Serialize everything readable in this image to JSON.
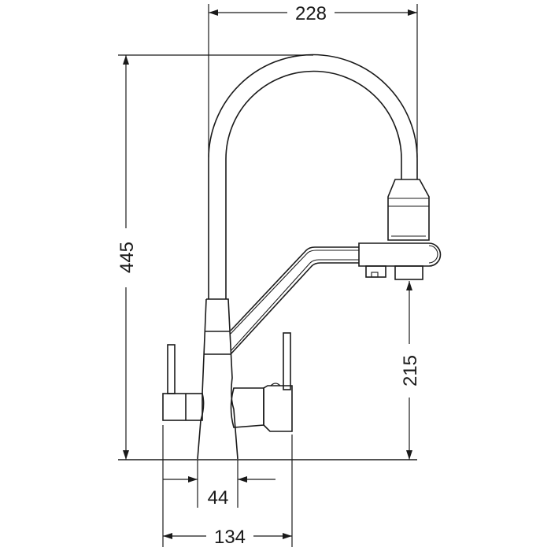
{
  "drawing": {
    "subject": "faucet-side-view",
    "dimensions": {
      "total_width": "228",
      "total_height": "445",
      "spout_height": "215",
      "body_width": "44",
      "base_width": "134"
    },
    "line_color": "#1a1a1a",
    "background": "#ffffff"
  }
}
